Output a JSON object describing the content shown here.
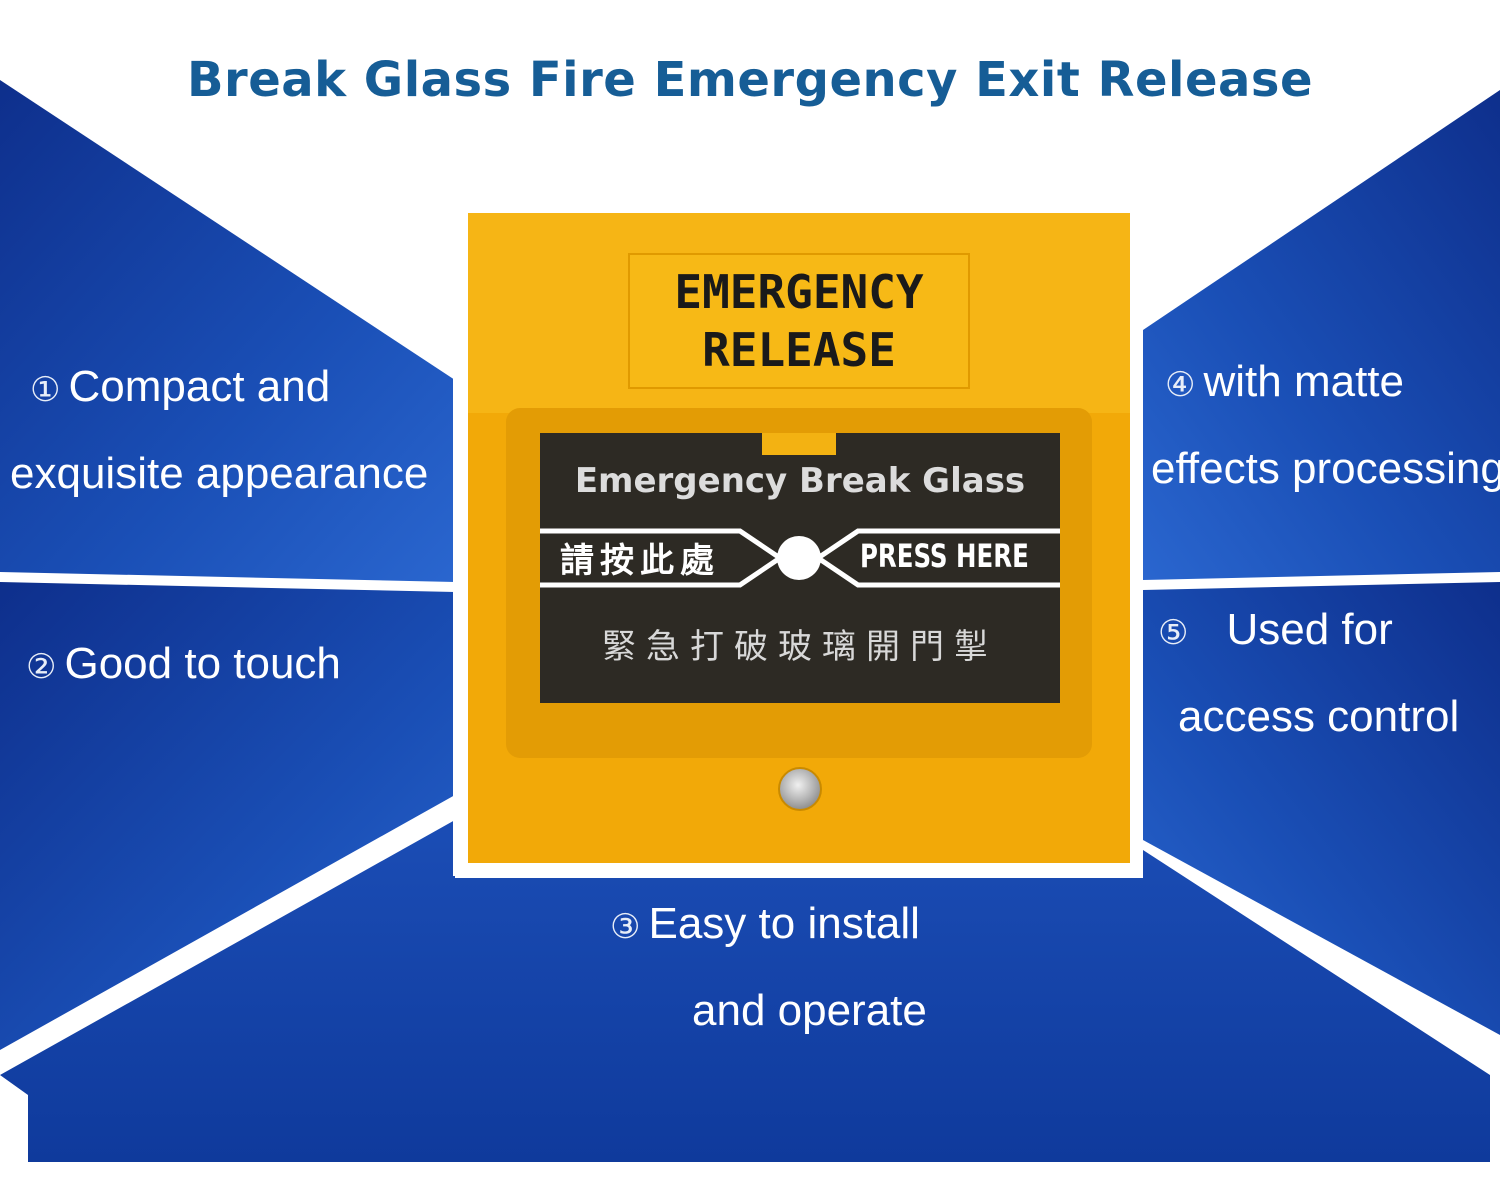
{
  "title": "Break Glass Fire Emergency Exit Release",
  "colors": {
    "title": "#165d96",
    "panel": "#0f3c9e",
    "panel_light": "#2a63c9",
    "device": "#f2a908"
  },
  "features": [
    {
      "num": "①",
      "line1": "Compact and",
      "line2": "exquisite appearance"
    },
    {
      "num": "②",
      "line1": "Good to touch"
    },
    {
      "num": "③",
      "line1": "Easy to install",
      "line2": "and operate"
    },
    {
      "num": "④",
      "line1": "with matte",
      "line2": "effects processing"
    },
    {
      "num": "⑤",
      "line1": "Used for",
      "line2": "access control"
    }
  ],
  "device": {
    "label_line1": "EMERGENCY",
    "label_line2": "RELEASE",
    "glass_title": "Emergency Break Glass",
    "press_cn": "請按此處",
    "press_en": "PRESS HERE",
    "bottom_cn": "緊急打破玻璃開門掣"
  }
}
